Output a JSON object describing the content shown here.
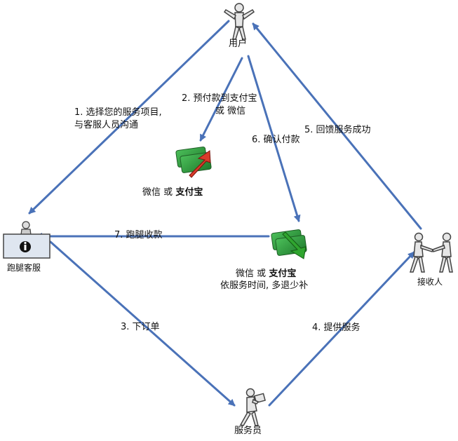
{
  "nodes": {
    "user": "用户",
    "support": "跑腿客服",
    "receiver": "接收人",
    "courier": "服务员"
  },
  "steps": {
    "s1_line1": "1. 选择您的服务项目,",
    "s1_line2": "与客服人员沟通",
    "s2_line1": "2. 预付款到支付宝",
    "s2_line2": "或 微信",
    "s3": "3. 下订单",
    "s4": "4. 提供服务",
    "s5": "5. 回馈服务成功",
    "s6": "6. 确认付款",
    "s7": "7. 跑腿收款"
  },
  "payments": {
    "prepay_a": "微信",
    "prepay_or": "或",
    "prepay_b": "支付宝",
    "settle_a": "微信",
    "settle_or": "或",
    "settle_b": "支付宝",
    "settle_note": "依服务时间, 多退少补"
  },
  "colors": {
    "arrow": "#4a72b8",
    "prepay_icon": "#d93a2b",
    "settle_icon": "#2fa52f",
    "money": "#2e8b3a"
  }
}
